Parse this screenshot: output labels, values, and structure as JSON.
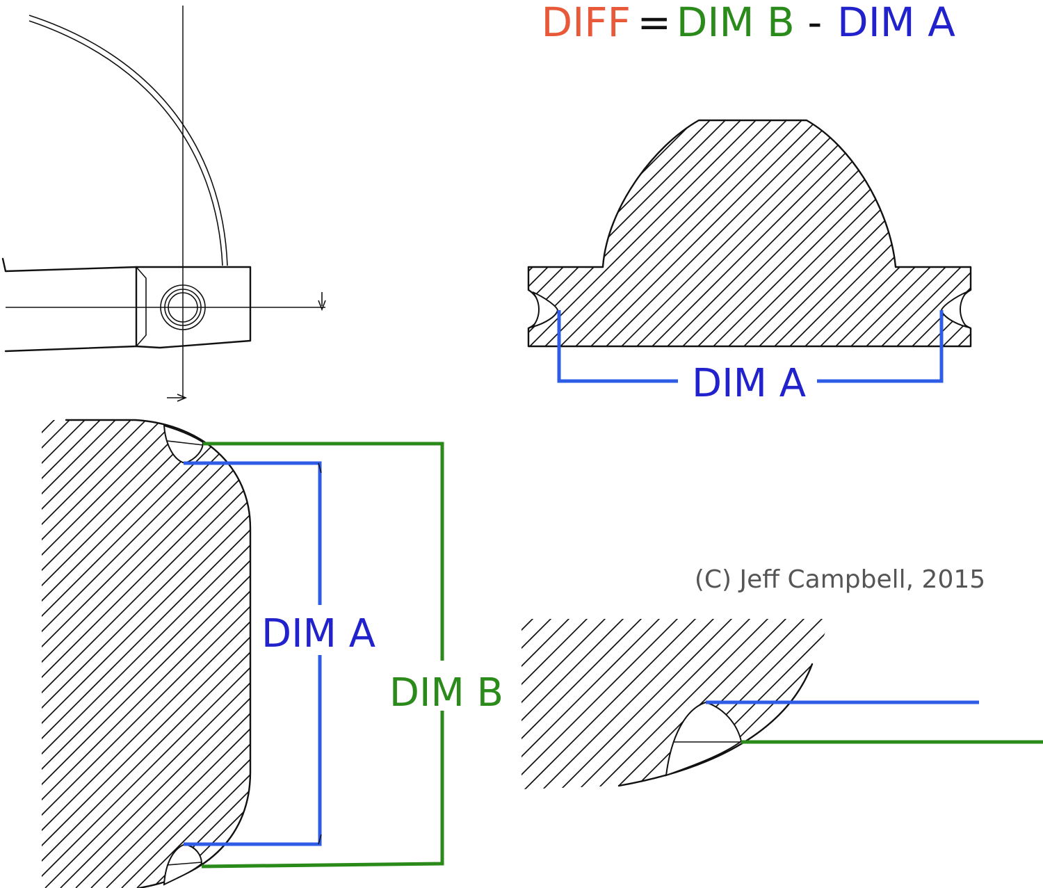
{
  "formula": {
    "diff": "DIFF",
    "equals": "=",
    "dim_b": "DIM B",
    "minus": "-",
    "dim_a": "DIM A"
  },
  "labels": {
    "top_right_dim_a": "DIM A",
    "bottom_left_dim_a": "DIM A",
    "bottom_left_dim_b": "DIM B"
  },
  "copyright": "(C) Jeff Campbell, 2015",
  "colors": {
    "diff": "#e8593a",
    "dim_b": "#2a8a1a",
    "dim_a": "#2222cc",
    "dim_a_line": "#2e5ce6",
    "dim_b_line": "#2a8a1a",
    "text_gray": "#555555",
    "ink": "#111111"
  }
}
